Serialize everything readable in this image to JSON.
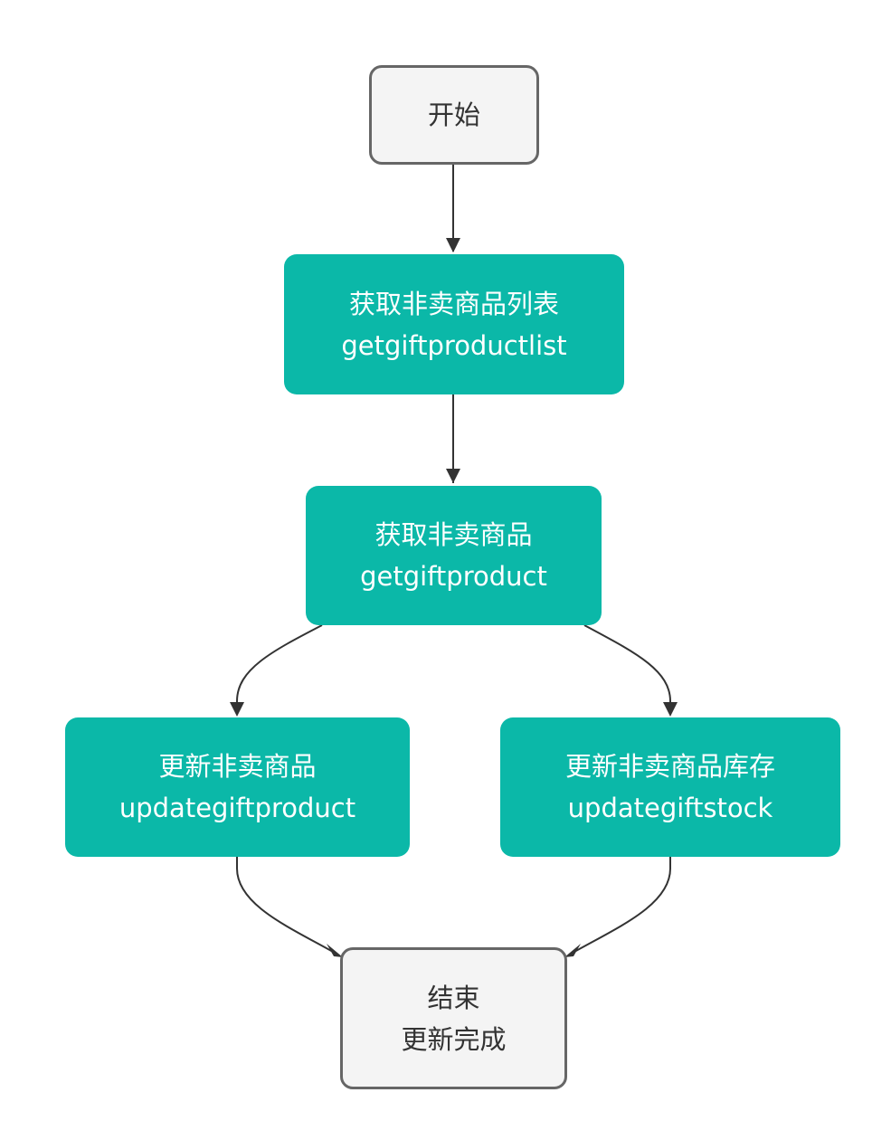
{
  "colors": {
    "process_fill": "#0bb8a8",
    "process_text": "#ffffff",
    "terminal_fill": "#f4f4f4",
    "terminal_border": "#666666",
    "terminal_text": "#333333",
    "edge": "#333333"
  },
  "nodes": {
    "start": {
      "line1": "开始"
    },
    "list": {
      "line1": "获取非卖商品列表",
      "line2": "getgiftproductlist"
    },
    "get": {
      "line1": "获取非卖商品",
      "line2": "getgiftproduct"
    },
    "update_product": {
      "line1": "更新非卖商品",
      "line2": "updategiftproduct"
    },
    "update_stock": {
      "line1": "更新非卖商品库存",
      "line2": "updategiftstock"
    },
    "end": {
      "line1": "结束",
      "line2": "更新完成"
    }
  },
  "edges": [
    {
      "from": "start",
      "to": "list"
    },
    {
      "from": "list",
      "to": "get"
    },
    {
      "from": "get",
      "to": "update_product"
    },
    {
      "from": "get",
      "to": "update_stock"
    },
    {
      "from": "update_product",
      "to": "end"
    },
    {
      "from": "update_stock",
      "to": "end"
    }
  ]
}
